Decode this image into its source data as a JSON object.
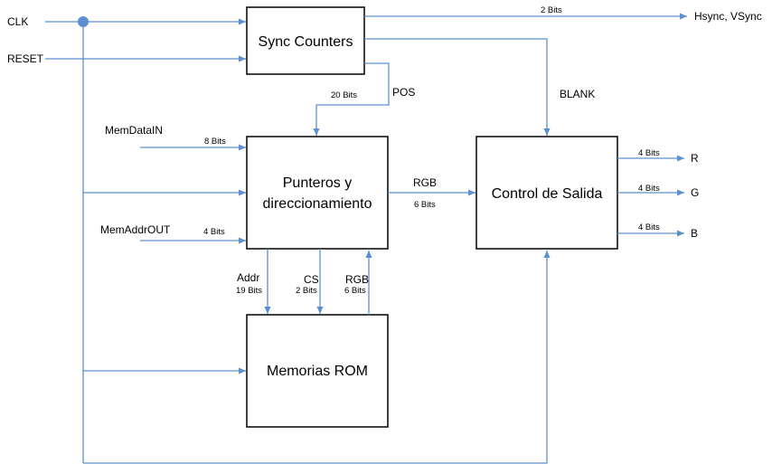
{
  "blocks": {
    "sync": "Sync Counters",
    "punteros_1": "Punteros y",
    "punteros_2": "direccionamiento",
    "control": "Control de Salida",
    "rom": "Memorias ROM"
  },
  "inputs": {
    "clk": "CLK",
    "reset": "RESET",
    "memdatain": "MemDataIN",
    "memaddrout": "MemAddrOUT"
  },
  "outputs": {
    "hsync": "Hsync, VSync",
    "r": "R",
    "g": "G",
    "b": "B"
  },
  "signals": {
    "pos": "POS",
    "blank": "BLANK",
    "rgb_main": "RGB",
    "addr": "Addr",
    "cs": "CS",
    "rgb_rom": "RGB"
  },
  "bit_labels": {
    "hsync": "2 Bits",
    "pos": "20 Bits",
    "memdatain": "8 Bits",
    "memaddrout": "4 Bits",
    "rgb_main": "6 Bits",
    "addr": "19 Bits",
    "cs": "2 Bits",
    "rgb_rom": "6 Bits",
    "r": "4 Bits",
    "g": "4 Bits",
    "b": "4 Bits"
  },
  "colors": {
    "wire": "#5b8fcf",
    "junction": "#5b8fcf",
    "block_border": "#000000"
  }
}
